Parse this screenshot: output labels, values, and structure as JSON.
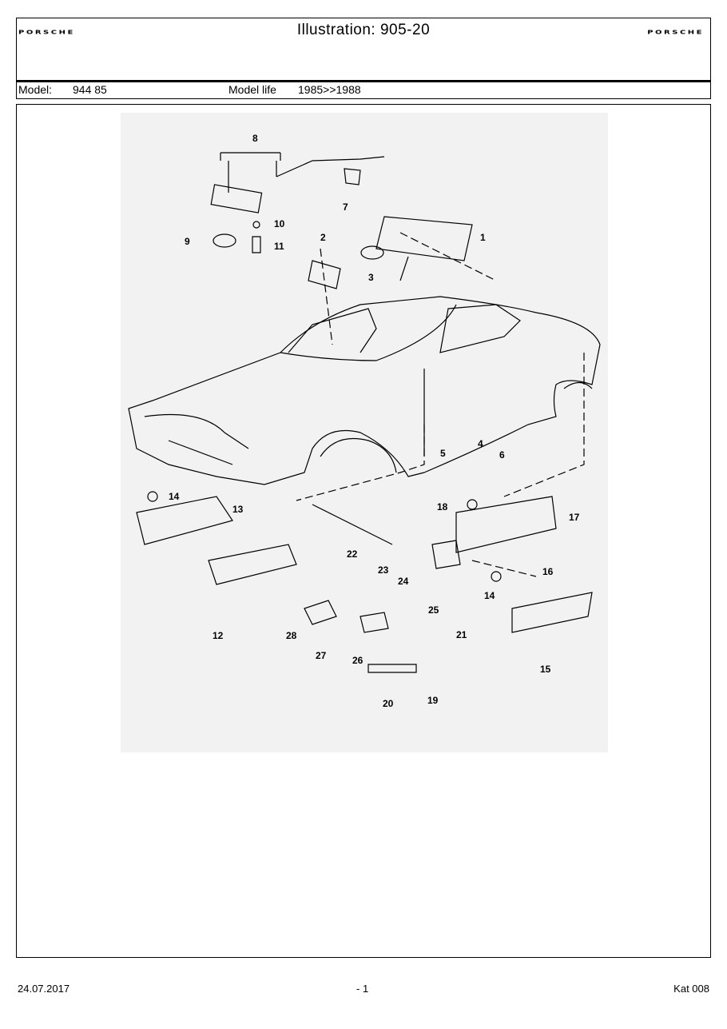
{
  "header": {
    "brand_left": "PORSCHE",
    "brand_right": "PORSCHE",
    "title": "Illustration: 905-20",
    "model_label": "Model:",
    "model_value": "944 85",
    "model_life_label": "Model life",
    "model_life_value": "1985>>1988"
  },
  "illustration": {
    "callouts": [
      "1",
      "2",
      "3",
      "4",
      "5",
      "6",
      "7",
      "8",
      "9",
      "10",
      "11",
      "12",
      "13",
      "14",
      "14",
      "15",
      "16",
      "17",
      "18",
      "19",
      "20",
      "21",
      "22",
      "23",
      "24",
      "25",
      "26",
      "27",
      "28"
    ]
  },
  "footer": {
    "date": "24.07.2017",
    "page": "- 1",
    "catalog": "Kat 008"
  }
}
